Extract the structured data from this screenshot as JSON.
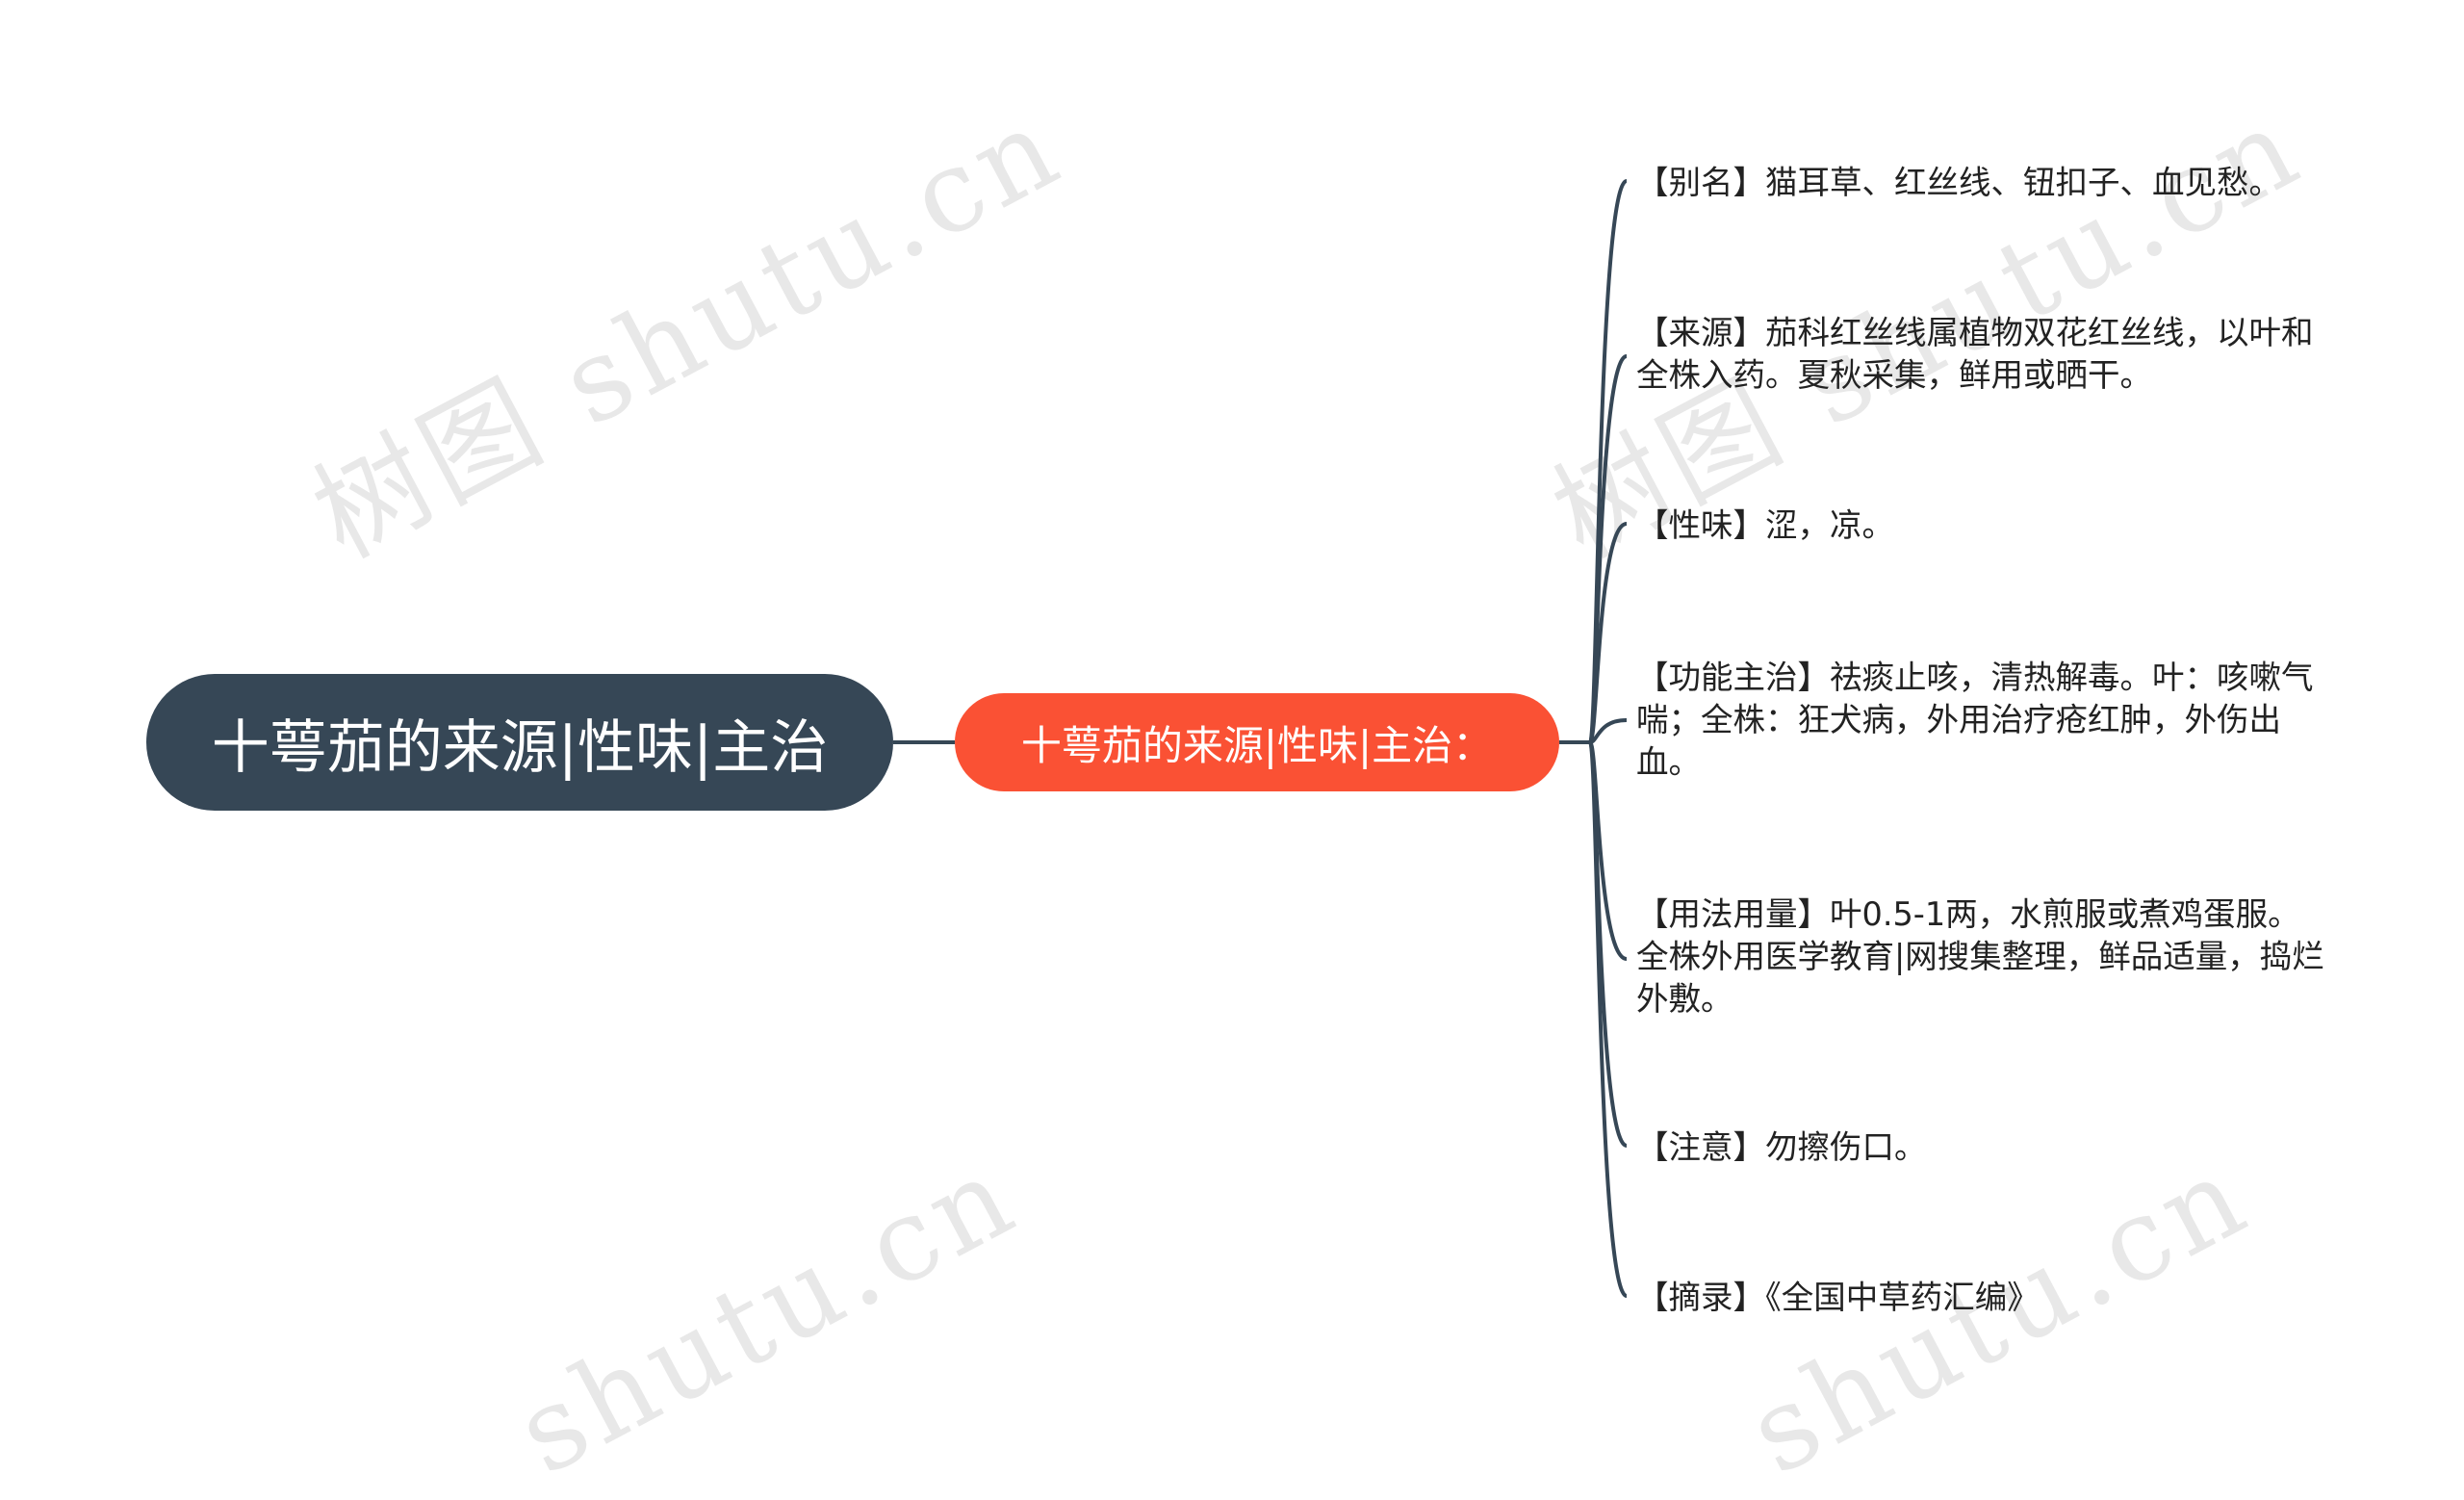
{
  "watermark": {
    "text_full": "树图 shutu.cn",
    "text_short": "shutu.cn"
  },
  "root": {
    "label": "十萼茄的来源|性味|主治"
  },
  "branch": {
    "label": "十萼茄的来源|性味|主治："
  },
  "leaves": [
    "【别名】猫耳草、红丝线、钮扣子、血见愁。",
    "【来源】茄科红丝线属植物双花红丝线，以叶和全株入药。夏秋采集，鲜用或晒干。",
    "【性味】涩，凉。",
    "【功能主治】祛痰止咳，清热解毒。叶：咳嗽气喘；全株：狂犬病，外用治疗疮红肿，外伤出血。",
    "【用法用量】叶0.5-1两，水煎服或煮鸡蛋服。全株外用医学教育|网搜集整理，鲜品适量，捣烂外敷。",
    "【注意】勿擦伤口。",
    "【摘录】《全国中草药汇编》"
  ],
  "colors": {
    "root_fill": "#364756",
    "branch_fill": "#fa5134",
    "line": "#364756",
    "leaf_text": "#222222"
  }
}
